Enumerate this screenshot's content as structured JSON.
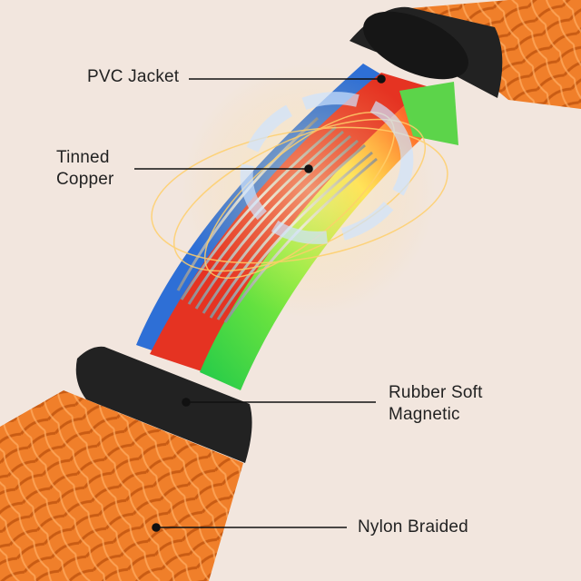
{
  "labels": {
    "pvc_jacket": "PVC Jacket",
    "tinned_copper": "Tinned\nCopper",
    "rubber_soft_magnetic": "Rubber Soft\nMagnetic",
    "nylon_braided": "Nylon Braided"
  },
  "colors": {
    "background": "#f2e6de",
    "nylon_braid": "#f07f2a",
    "pvc_red": "#e53322",
    "pvc_blue": "#2e6fd6",
    "pvc_green": "#5cd44a",
    "collar": "#222222",
    "leader_line": "#111111"
  }
}
